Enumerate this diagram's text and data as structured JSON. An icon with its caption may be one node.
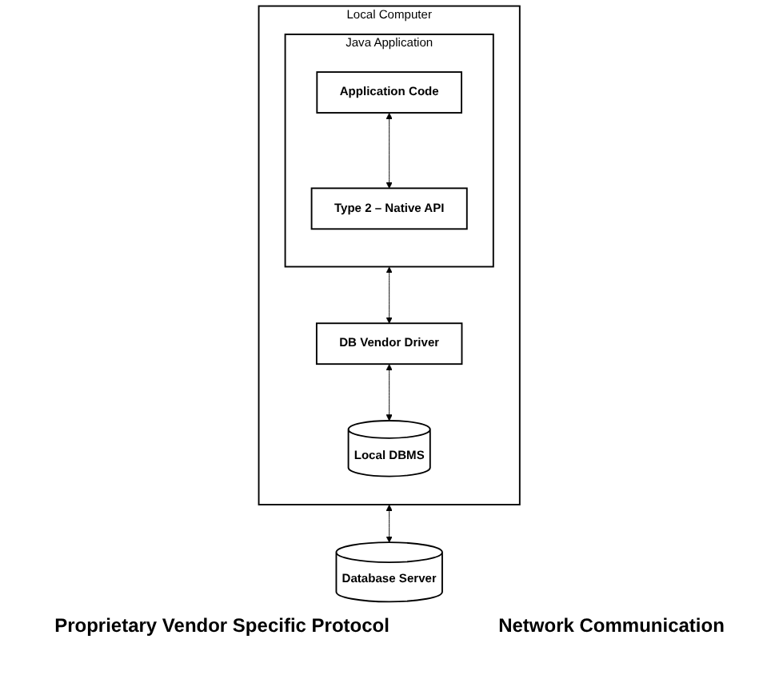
{
  "diagram": {
    "nodes": [
      {
        "text": [
          "Local Computer"
        ]
      },
      {
        "text": [
          "Java Application"
        ],
        "in": 0
      },
      {
        "text": [
          "Application Code"
        ],
        "in": 1
      },
      {
        "text": [
          "Type 2 – Native API"
        ],
        "in": 1
      },
      {
        "text": [
          "DB Vendor Driver"
        ],
        "in": 0
      },
      {
        "text": [
          "Local DBMS"
        ],
        "in": 0
      },
      {
        "text": [
          "Database Server"
        ]
      }
    ],
    "edges": [
      {
        "from": 1,
        "to": 4,
        "arrow": "both"
      },
      {
        "from": 2,
        "to": 3,
        "arrow": "both"
      },
      {
        "from": 4,
        "to": 5,
        "arrow": "both"
      },
      {
        "from": 0,
        "to": 6,
        "arrow": "both"
      }
    ],
    "labels": [
      "Proprietary Vendor Specific Protocol",
      "Network Communication"
    ]
  }
}
